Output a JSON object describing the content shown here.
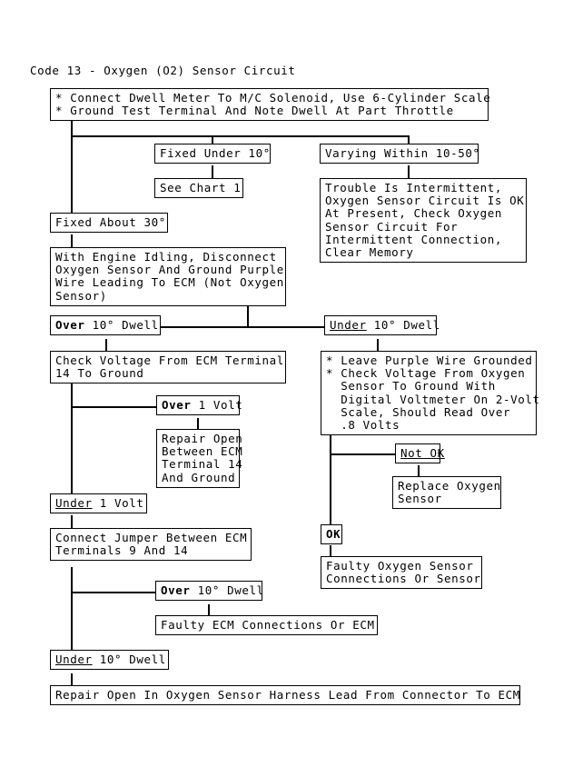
{
  "chart": {
    "title": "Code 13 - Oxygen (O2) Sensor Circuit",
    "type": "flowchart",
    "nodes": {
      "start": {
        "id": "start",
        "text": "* Connect Dwell Meter To M/C Solenoid, Use 6-Cylinder Scale\n* Ground Test Terminal And Note Dwell At Part Throttle"
      },
      "fixed_under_10": {
        "id": "fixed-under-10",
        "label_emphasis": "none",
        "text": "Fixed Under 10°"
      },
      "see_chart_1": {
        "id": "see-chart-1",
        "text": "See Chart 1"
      },
      "varying_within": {
        "id": "varying-within-10-50",
        "text": "Varying Within 10-50°"
      },
      "trouble_intermittent": {
        "id": "trouble-intermittent",
        "text": "Trouble Is Intermittent,\nOxygen Sensor Circuit Is OK\nAt Present, Check Oxygen\nSensor Circuit For\nIntermittent Connection,\nClear Memory"
      },
      "fixed_about_30": {
        "id": "fixed-about-30",
        "text": "Fixed About 30°"
      },
      "with_engine_idling": {
        "id": "with-engine-idling",
        "text": "With Engine Idling, Disconnect\nOxygen Sensor And Ground Purple\nWire Leading To ECM (Not Oxygen\nSensor)"
      },
      "over_10_dwell_a": {
        "id": "over-10-dwell-a",
        "emphasis_word": "Over",
        "emphasis_style": "bold",
        "rest": " 10° Dwell"
      },
      "under_10_dwell_a": {
        "id": "under-10-dwell-a",
        "emphasis_word": "Under",
        "emphasis_style": "underline",
        "rest": " 10° Dwell"
      },
      "check_voltage_ecm14": {
        "id": "check-voltage-ecm-terminal-14",
        "text": "Check Voltage From ECM Terminal\n14 To Ground"
      },
      "leave_purple_grounded": {
        "id": "leave-purple-wire-grounded",
        "text": "* Leave Purple Wire Grounded\n* Check Voltage From Oxygen\n  Sensor To Ground With\n  Digital Voltmeter On 2-Volt\n  Scale, Should Read Over\n  .8 Volts"
      },
      "over_1_volt": {
        "id": "over-1-volt",
        "emphasis_word": "Over",
        "emphasis_style": "bold",
        "rest": " 1 Volt"
      },
      "repair_open_ecm14": {
        "id": "repair-open-between-ecm-terminal-14-and-ground",
        "text": "Repair Open\nBetween ECM\nTerminal 14\nAnd Ground"
      },
      "not_ok": {
        "id": "not-ok",
        "emphasis_word": "Not OK",
        "emphasis_style": "underline",
        "rest": ""
      },
      "replace_oxygen_sensor": {
        "id": "replace-oxygen-sensor",
        "text": "Replace Oxygen\nSensor"
      },
      "ok": {
        "id": "ok",
        "emphasis_word": "OK",
        "emphasis_style": "bold",
        "rest": ""
      },
      "faulty_oxygen_sensor": {
        "id": "faulty-oxygen-sensor-connections-or-sensor",
        "text": "Faulty Oxygen Sensor\nConnections Or Sensor"
      },
      "under_1_volt": {
        "id": "under-1-volt",
        "emphasis_word": "Under",
        "emphasis_style": "underline",
        "rest": " 1 Volt"
      },
      "connect_jumper": {
        "id": "connect-jumper-between-ecm-terminals",
        "text": "Connect Jumper Between ECM\nTerminals 9 And 14"
      },
      "over_10_dwell_b": {
        "id": "over-10-dwell-b",
        "emphasis_word": "Over",
        "emphasis_style": "bold",
        "rest": " 10° Dwell"
      },
      "faulty_ecm": {
        "id": "faulty-ecm-connections-or-ecm",
        "text": "Faulty ECM Connections Or ECM"
      },
      "under_10_dwell_b": {
        "id": "under-10-dwell-b",
        "emphasis_word": "Under",
        "emphasis_style": "underline",
        "rest": " 10° Dwell"
      },
      "repair_open_harness": {
        "id": "repair-open-in-oxygen-sensor-harness-lead",
        "text": "Repair Open In Oxygen Sensor Harness Lead From Connector To ECM"
      }
    },
    "colors": {
      "background": "#ffffff",
      "ink": "#000000",
      "border": "#000000"
    }
  }
}
